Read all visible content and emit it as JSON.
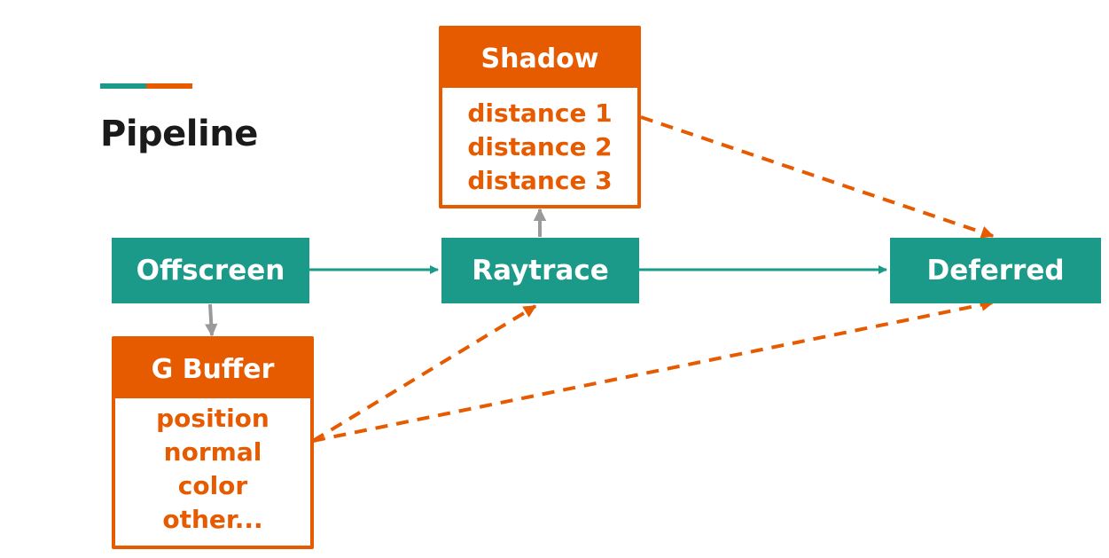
{
  "colors": {
    "teal": "#1b9a8a",
    "orange": "#e65a00",
    "gray": "#9a9a9a",
    "title": "#1a1a1a"
  },
  "title": "Pipeline",
  "nodes": {
    "offscreen": "Offscreen",
    "raytrace": "Raytrace",
    "deferred": "Deferred"
  },
  "shadow": {
    "header": "Shadow",
    "items": [
      "distance 1",
      "distance 2",
      "distance 3"
    ]
  },
  "gbuffer": {
    "header": "G Buffer",
    "items": [
      "position",
      "normal",
      "color",
      "other..."
    ]
  }
}
